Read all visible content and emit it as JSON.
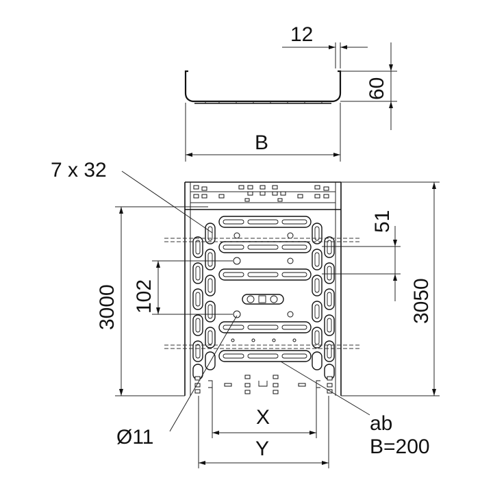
{
  "labels": {
    "gap_width": "12",
    "side_height": "60",
    "width_b": "B",
    "hole_pattern": "7 x 32",
    "length_total": "3000",
    "pitch_102": "102",
    "pitch_51": "51",
    "length_3050": "3050",
    "dim_x": "X",
    "dim_y": "Y",
    "hole_diameter": "Ø11",
    "note_ab": "ab",
    "note_b200": "B=200"
  }
}
